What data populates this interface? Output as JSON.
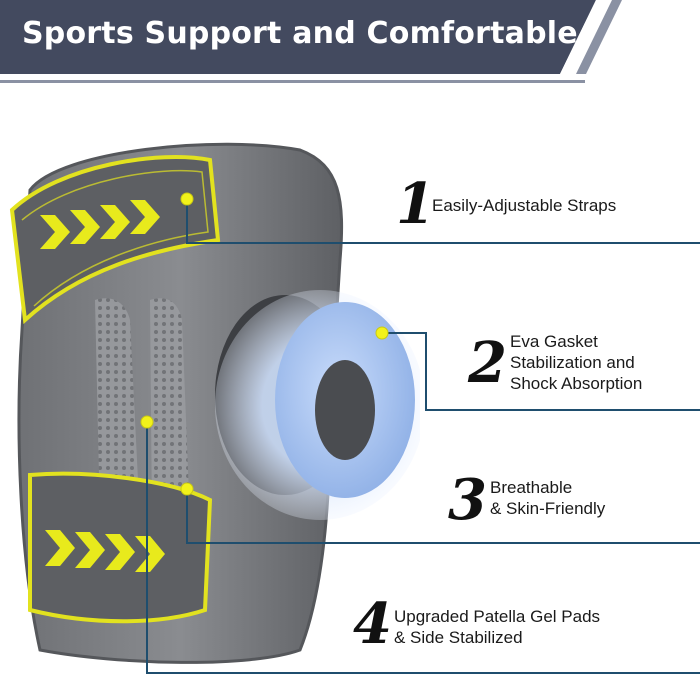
{
  "banner": {
    "title": "Sports Support and Comfortable",
    "color": "#434a5f",
    "accent_stripe_color": "#8a91a3"
  },
  "product": {
    "name_icon": "knee-brace-illustration",
    "fabric_color": "#7a7c80",
    "strap_trim_color": "#e2e21f",
    "gasket_color": "#a8c3f0"
  },
  "features": [
    {
      "number": "1",
      "text": "Easily-Adjustable Straps"
    },
    {
      "number": "2",
      "text": "Eva Gasket\nStabilization and\nShock Absorption"
    },
    {
      "number": "3",
      "text": "Breathable\n& Skin-Friendly"
    },
    {
      "number": "4",
      "text": "Upgraded Patella Gel Pads\n& Side Stabilized"
    }
  ],
  "leader_color": "#1f4e6e",
  "marker_color": "#f2f21a"
}
